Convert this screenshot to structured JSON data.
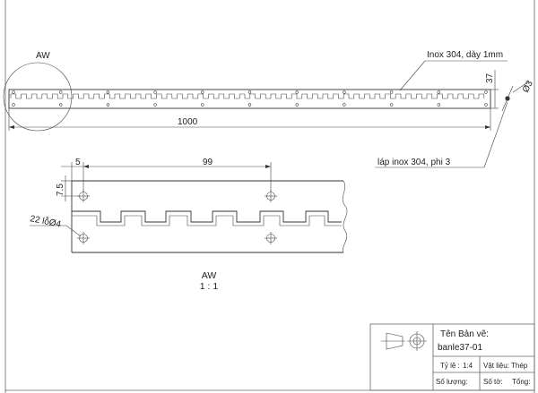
{
  "drawing": {
    "top_view": {
      "material_note": "Inox 304, dày 1mm",
      "length": "1000",
      "height": "37",
      "pin_diameter": "Ø3",
      "pin_note": "láp inox 304, phi 3",
      "detail_ref": "AW"
    },
    "detail": {
      "dim_edge": "5",
      "dim_pitch": "99",
      "dim_offset": "7.5",
      "holes": "22 lỗØ4",
      "label": "AW",
      "scale": "1 : 1"
    },
    "title_block": {
      "drawing_name_label": "Tên Bản vẽ:",
      "drawing_name": "banle37-01",
      "scale_label": "Tỷ lệ :",
      "scale_value": "1:4",
      "material_label": "Vật liệu:",
      "material_value": "Thép",
      "quantity_label": "Số lượng:",
      "sheet_label": "Số tờ:",
      "total_label": "Tổng:"
    }
  }
}
